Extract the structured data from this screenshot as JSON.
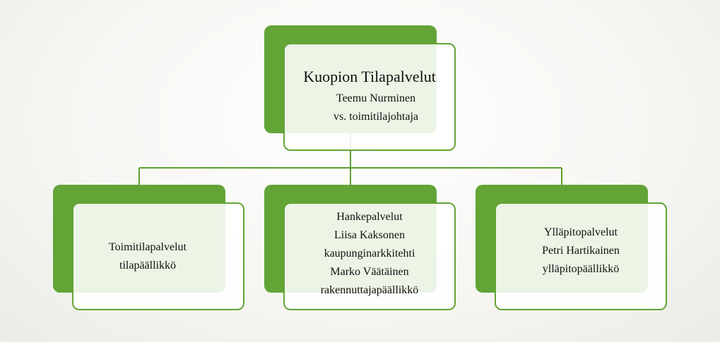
{
  "colors": {
    "accent": "#62a436",
    "connector": "#5e9e34"
  },
  "root": {
    "title": "Kuopion Tilapalvelut",
    "lines": [
      "Teemu Nurminen",
      "vs. toimitilajohtaja"
    ]
  },
  "children": [
    {
      "lines": [
        "Toimitilapalvelut",
        "tilapäällikkö"
      ]
    },
    {
      "lines": [
        "Hankepalvelut",
        "Liisa Kaksonen",
        "kaupunginarkkitehti",
        "Marko Väätäinen",
        "rakennuttajapäällikkö"
      ]
    },
    {
      "lines": [
        "Ylläpitopalvelut",
        "Petri Hartikainen",
        "ylläpitopäällikkö"
      ]
    }
  ]
}
